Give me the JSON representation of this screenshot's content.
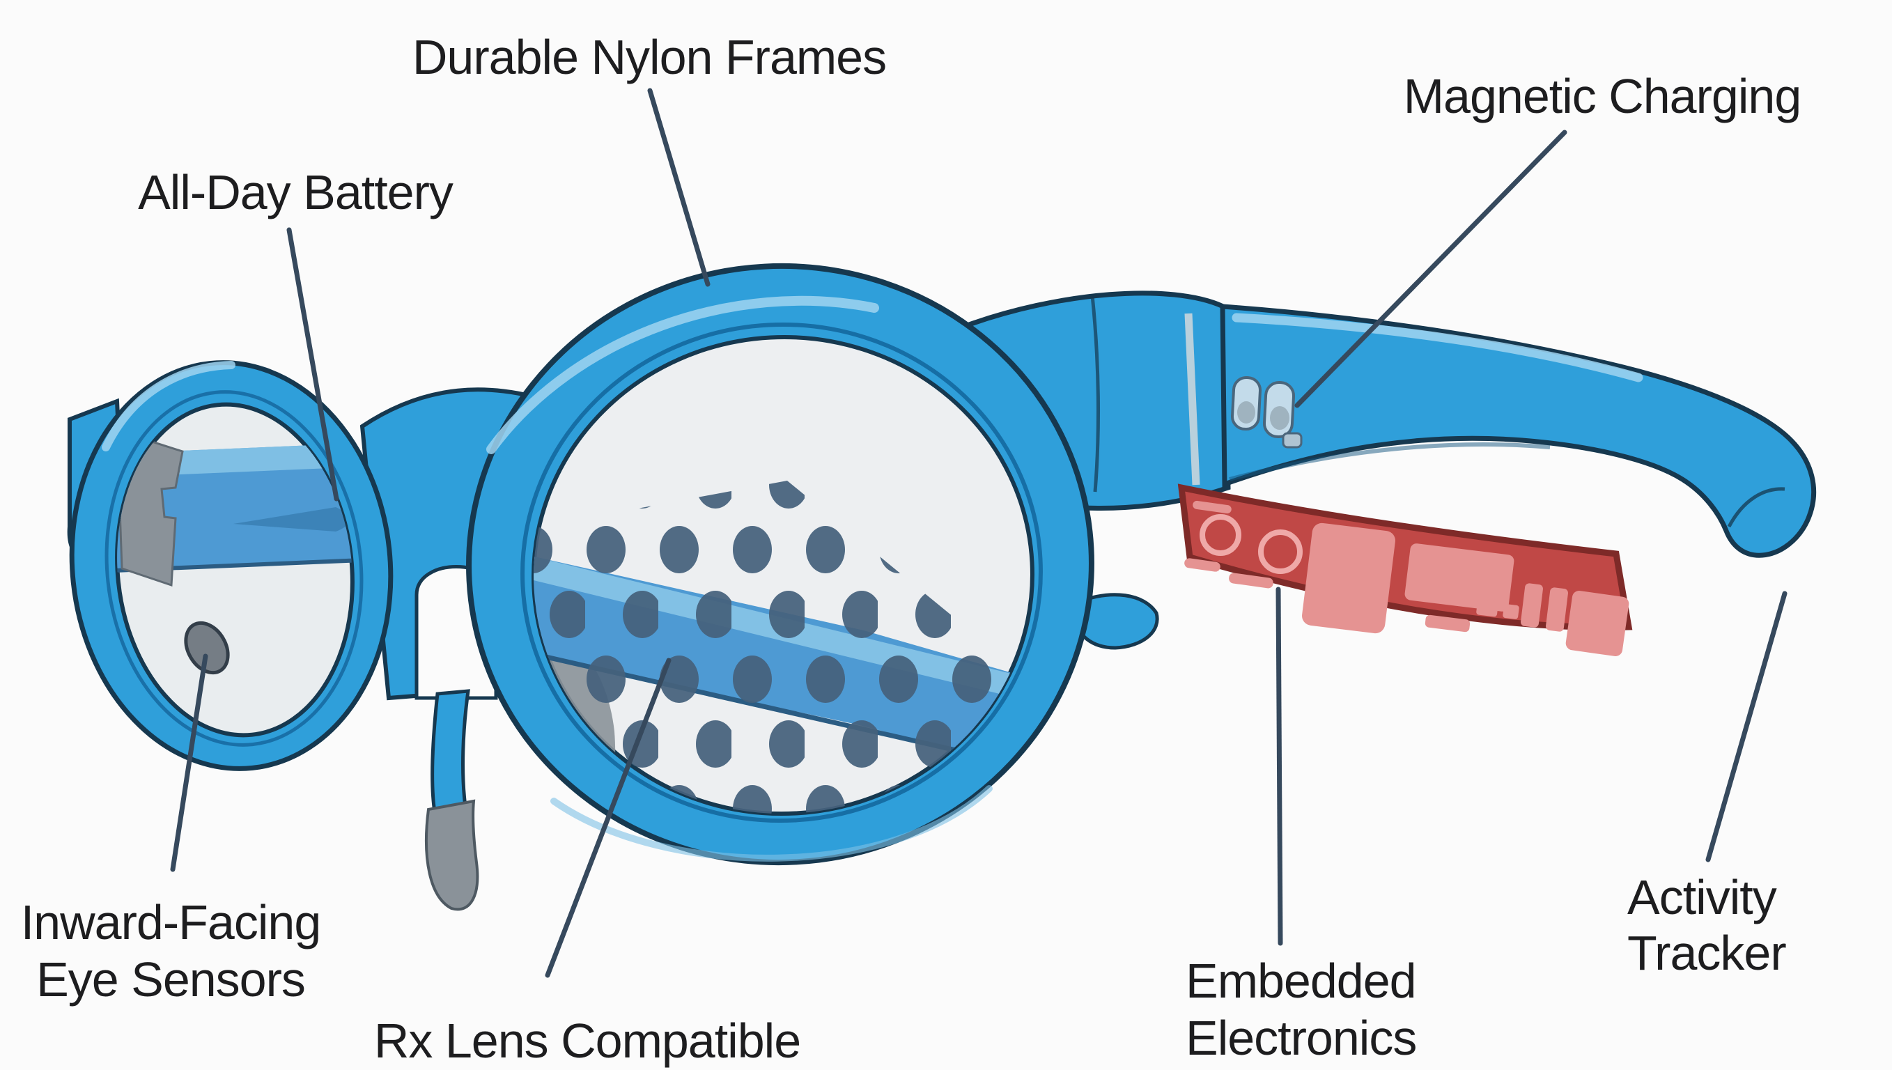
{
  "title": "Smart glasses feature callout diagram",
  "background": "#FBFBFB",
  "colors": {
    "frame_blue": "#2F9FDA",
    "frame_outline": "#16384F",
    "frame_highlight": "#9FD4F0",
    "lens_fill": "#EDEFF1",
    "lens_fill_left": "#E9EDEF",
    "temple_through_lens": "#4E9AD3",
    "temple_band_light": "#85C3E6",
    "lens_dots": "#45617C",
    "pcb_fill": "#C04846",
    "pcb_border": "#7E2A28",
    "pcb_components": "#E59392",
    "metal_gray": "#8A9299",
    "sensor_gray": "#757D85",
    "contact_fill": "#C3DBEA",
    "leader_line": "#36495D",
    "label_text": "#1D1D1F"
  },
  "labels": {
    "frames": "Durable Nylon Frames",
    "charging": "Magnetic Charging",
    "battery": "All-Day Battery",
    "sensors_line1": "Inward-Facing",
    "sensors_line2": "Eye Sensors",
    "rx": "Rx Lens Compatible",
    "electronics_line1": "Embedded",
    "electronics_line2": "Electronics",
    "tracker_line1": "Activity",
    "tracker_line2": "Tracker"
  },
  "callouts": [
    {
      "feature": "Durable Nylon Frames",
      "points_to": "top of right lens frame"
    },
    {
      "feature": "Magnetic Charging",
      "points_to": "charging contacts on temple arm"
    },
    {
      "feature": "All-Day Battery",
      "points_to": "temple arm seen through left lens"
    },
    {
      "feature": "Inward-Facing Eye Sensors",
      "points_to": "sensor dot on left lens rim"
    },
    {
      "feature": "Rx Lens Compatible",
      "points_to": "dotted demo lens"
    },
    {
      "feature": "Embedded Electronics",
      "points_to": "red circuit board inside temple"
    },
    {
      "feature": "Activity Tracker",
      "points_to": "ear hook tip of temple"
    }
  ]
}
